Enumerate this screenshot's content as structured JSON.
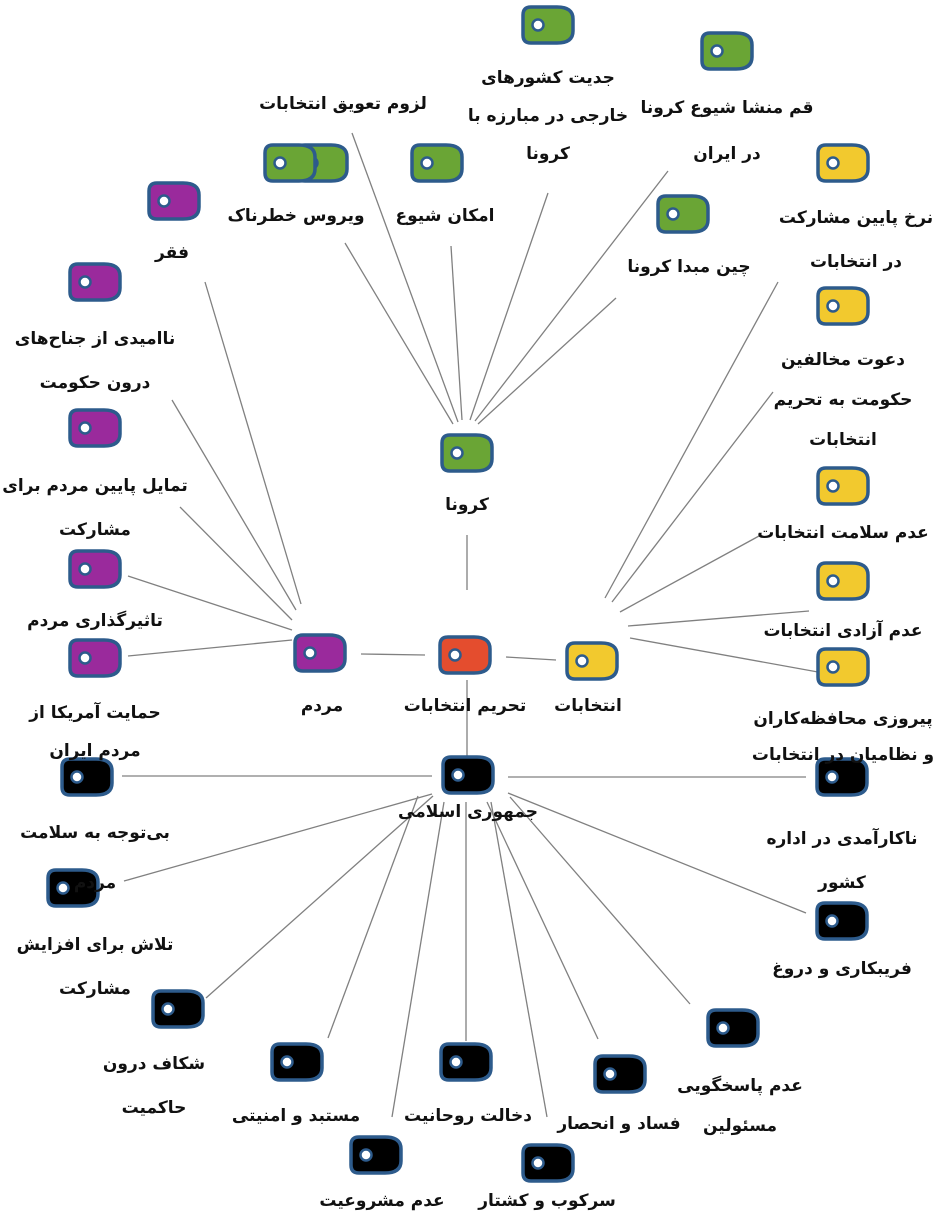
{
  "colors": {
    "center": "#e44d2e",
    "corona": "#6aa535",
    "elections": "#f2c92e",
    "people": "#9a2a9c",
    "republic": "#000000",
    "tag_border": "#2d5b8c",
    "line": "#808080"
  },
  "nodes": {
    "center": "تحریم انتخابات",
    "corona": "کرونا",
    "elections": "انتخابات",
    "people": "مردم",
    "republic": "جمهوری اسلامی"
  },
  "corona_items": [
    "لزوم تعویق انتخابات",
    "جدیت کشورهای\nخارجی در مبارزه با\nکرونا",
    "قم منشا شیوع کرونا\nدر ایران",
    "ویروس خطرناک",
    "امکان شیوع",
    "چین مبدا کرونا"
  ],
  "election_items": [
    "نرخ پایین مشارکت\nدر انتخابات",
    "دعوت مخالفین\nحکومت به تحریم\nانتخابات",
    "عدم سلامت انتخابات",
    "عدم آزادی انتخابات",
    "پیروزی محافظه‌کاران\nو نظامیان در انتخابات"
  ],
  "people_items": [
    "فقر",
    "ناامیدی از جناح‌های\nدرون حکومت",
    "تمایل پایین مردم برای\nمشارکت",
    "تاثیرگذاری مردم",
    "حمایت آمریکا از\nمردم ایران"
  ],
  "republic_items": [
    "بی‌توجه به سلامت\nمردم",
    "ناکارآمدی در اداره\nکشور",
    "تلاش برای افزایش\nمشارکت",
    "فریبکاری و دروغ",
    "شکاف درون\nحاکمیت",
    "عدم پاسخگویی\nمسئولین",
    "مستبد و امنیتی",
    "دخالت روحانیت",
    "فساد و انحصار",
    "عدم مشروعیت",
    "سرکوب و کشتار"
  ]
}
